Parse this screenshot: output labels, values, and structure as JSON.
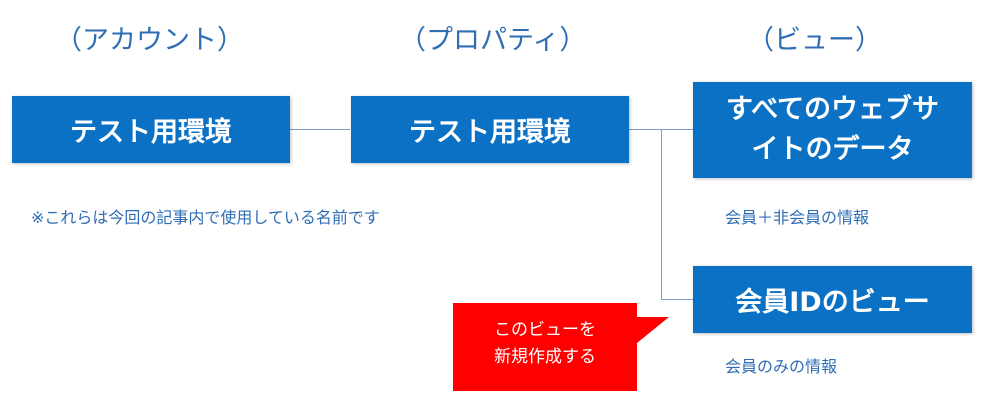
{
  "headers": {
    "account": "（アカウント）",
    "property": "（プロパティ）",
    "view": "（ビュー）"
  },
  "boxes": {
    "account": "テスト用環境",
    "property": "テスト用環境",
    "view_all_line1": "すべてのウェブサ",
    "view_all_line2": "イトのデータ",
    "view_member": "会員IDのビュー"
  },
  "notes": {
    "naming": "※これらは今回の記事内で使用している名前です",
    "view_all_info": "会員＋非会員の情報",
    "view_member_info": "会員のみの情報"
  },
  "callout": {
    "line1": "このビューを",
    "line2": "新規作成する"
  },
  "colors": {
    "box_fill": "#0b71c4",
    "header_text": "#2f6db5",
    "callout_fill": "#ff0000",
    "connector": "#7a9fc9"
  }
}
